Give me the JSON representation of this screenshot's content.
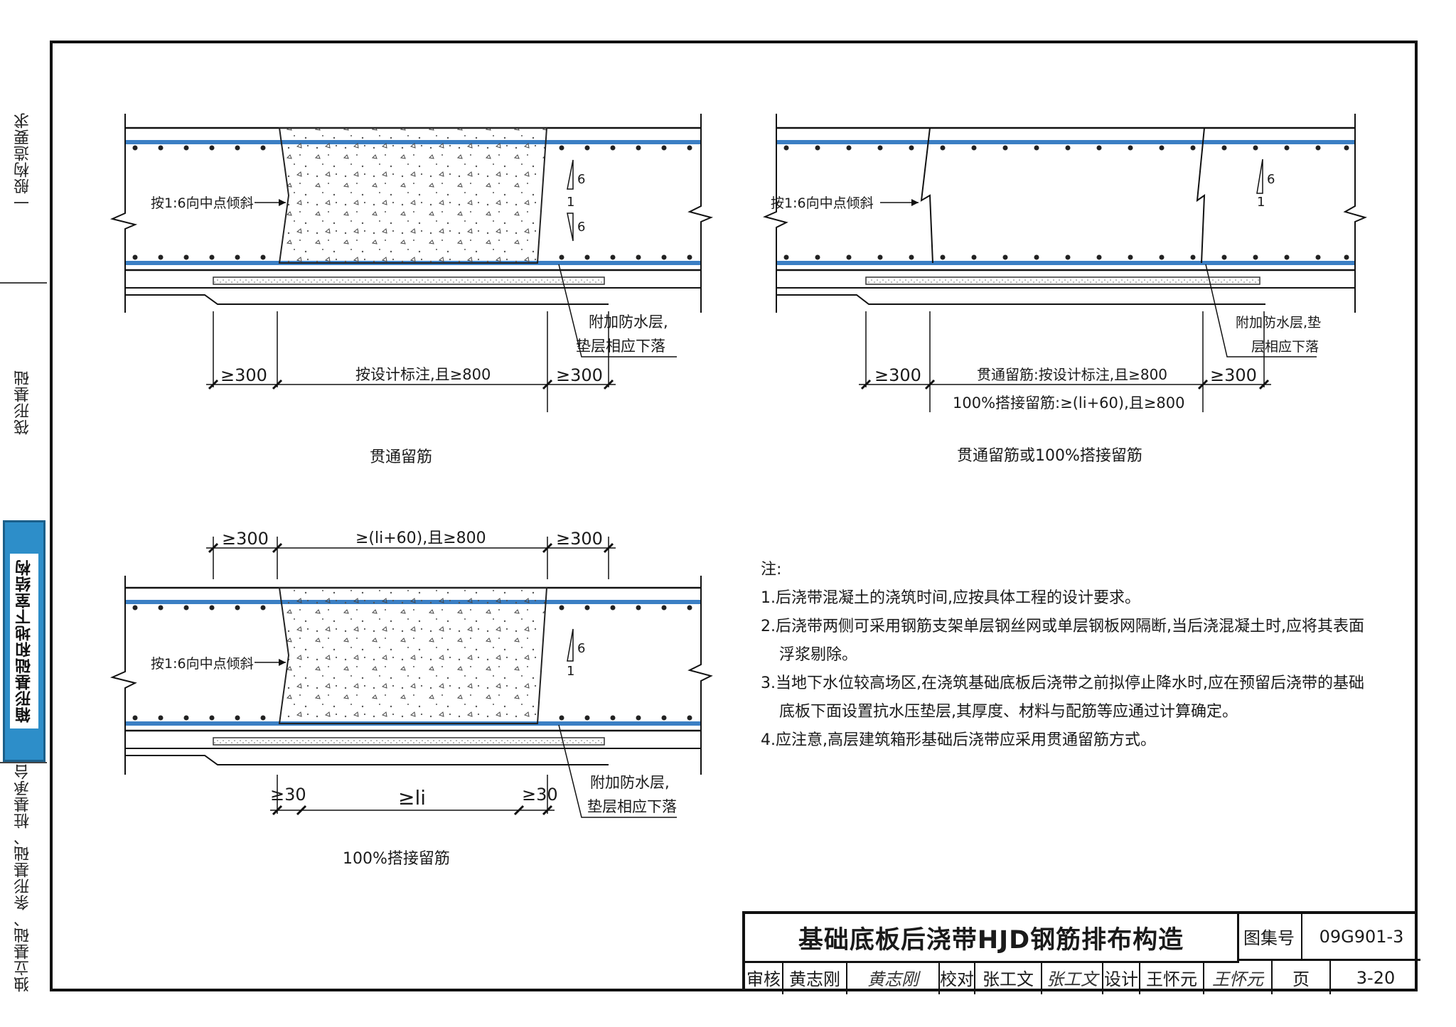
{
  "side_tabs": [
    {
      "label": "一般构造要求"
    },
    {
      "label": "筏形基础"
    },
    {
      "label": "箱形基础和地下室结构"
    },
    {
      "label": "独立基础、条形基础、桩基承台"
    }
  ],
  "diagrams": {
    "top_left": {
      "slope_label": "按1:6向中点倾斜",
      "slope_ratio_a": "6",
      "slope_ratio_b": "1",
      "slope_ratio_c": "6",
      "waterproof_line1": "附加防水层,",
      "waterproof_line2": "垫层相应下落",
      "dim_left": "≥300",
      "dim_mid": "按设计标注,且≥800",
      "dim_right": "≥300",
      "caption": "贯通留筋"
    },
    "top_right": {
      "slope_label": "按1:6向中点倾斜",
      "slope_ratio_a": "6",
      "slope_ratio_b": "1",
      "waterproof_line1": "附加防水层,垫",
      "waterproof_line2": "层相应下落",
      "dim_left": "≥300",
      "dim_mid1": "贯通留筋:按设计标注,且≥800",
      "dim_mid2": "100%搭接留筋:≥(li+60),且≥800",
      "dim_right": "≥300",
      "caption": "贯通留筋或100%搭接留筋"
    },
    "bottom_left": {
      "slope_label": "按1:6向中点倾斜",
      "slope_ratio_a": "6",
      "slope_ratio_b": "1",
      "dim_top_left": "≥300",
      "dim_top_mid": "≥(li+60),且≥800",
      "dim_top_right": "≥300",
      "dim_bot_left": "≥30",
      "dim_bot_mid": "≥li",
      "dim_bot_right": "≥30",
      "waterproof_line1": "附加防水层,",
      "waterproof_line2": "垫层相应下落",
      "caption": "100%搭接留筋"
    }
  },
  "notes": {
    "heading": "注:",
    "items": [
      "1.后浇带混凝土的浇筑时间,应按具体工程的设计要求。",
      "2.后浇带两侧可采用钢筋支架单层钢丝网或单层钢板网隔断,当后浇混凝土时,应将其表面浮浆剔除。",
      "3.当地下水位较高场区,在浇筑基础底板后浇带之前拟停止降水时,应在预留后浇带的基础底板下面设置抗水压垫层,其厚度、材料与配筋等应通过计算确定。",
      "4.应注意,高层建筑箱形基础后浇带应采用贯通留筋方式。"
    ]
  },
  "title_block": {
    "title": "基础底板后浇带HJD钢筋排布构造",
    "atlas_label": "图集号",
    "atlas_no": "09G901-3",
    "review_label": "审核",
    "reviewer": "黄志刚",
    "reviewer_sig": "黄志刚",
    "check_label": "校对",
    "checker": "张工文",
    "checker_sig": "张工文",
    "design_label": "设计",
    "designer": "王怀元",
    "designer_sig": "王怀元",
    "page_label": "页",
    "page_no": "3-20"
  },
  "colors": {
    "rebar_blue": "#3b7fc4",
    "line": "#1a1a1a",
    "active_tab": "#2d8ec9"
  }
}
